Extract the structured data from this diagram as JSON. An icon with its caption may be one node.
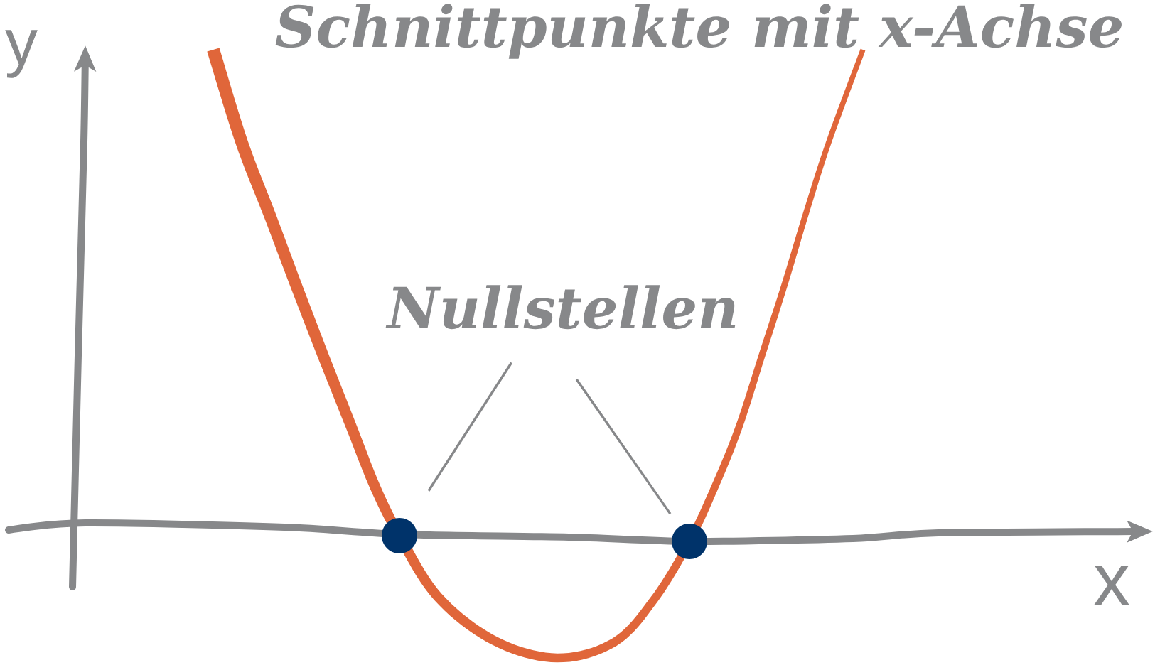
{
  "diagram": {
    "title": "Schnittpunkte mit x-Achse",
    "nodes": [
      {
        "text": [
          "Nullstellen"
        ]
      },
      {
        "text": [],
        "shape": "circle"
      },
      {
        "text": [],
        "shape": "circle"
      }
    ],
    "edges": [
      {
        "from": 0,
        "to": 1,
        "arrow": "none"
      },
      {
        "from": 0,
        "to": 2,
        "arrow": "none"
      }
    ],
    "labels": [
      "y",
      "x"
    ]
  }
}
